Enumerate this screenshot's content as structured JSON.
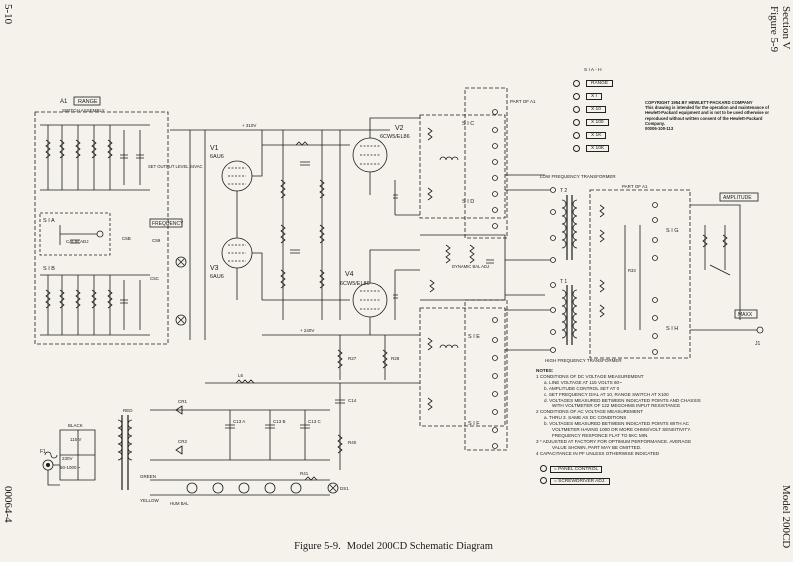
{
  "edges": {
    "left_top": "5-10",
    "left_bottom": "00064-4",
    "right_top": "Section V",
    "right_top2": "Figure 5-9",
    "right_bottom": "Model 200CD"
  },
  "caption": {
    "number": "Figure 5-9.",
    "title": "Model 200CD Schematic Diagram"
  },
  "copyright": {
    "line1": "COPYRIGHT 1954 BY HEWLETT-PACKARD COMPANY",
    "body": "This drawing is intended for the operation and maintenance of Hewlett-Packard equipment and is not to be used otherwise or reproduced without written consent of the Hewlett-Packard Company.",
    "code": "00006-100-113"
  },
  "switch_legend": {
    "title": "S I A - H",
    "items": [
      "RANGE",
      "X I",
      "X 10",
      "X 100",
      "X 1K",
      "X 10K"
    ]
  },
  "panel_legend": {
    "panel": "= PANEL CONTROL",
    "screw": "= SCREWDRIVER ADJ."
  },
  "notes": {
    "title": "NOTES:",
    "items": [
      "1  CONDITIONS OF DC VOLTAGE MEASUREMENT",
      "a. LINE VOLTAGE AT 115 VOLTS 60~",
      "b. AMPLITUDE CONTROL SET AT 0",
      "c. SET FREQUENCY DIAL AT 10, RANGE SWITCH AT X100",
      "d. VOLTAGES MEASURED BETWEEN INDICATED POINTS AND CHASSIS",
      "WITH VOLTMETER OF 122 MEGOHMS INPUT RESISTANCE",
      "2  CONDITIONS OF AC VOLTAGE MEASUREMENT",
      "a. THRU 3. SAME AS DC CONDITIONS",
      "b. VOLTAGES MEASURED BETWEEN INDICATED POINTS WITH AC",
      "VOLTMETER HAVING 1000 OR MORE OHMS/VOLT SENSITIVITY.",
      "FREQUENCY RESPONCE FLAT TO 5KC MIN.",
      "3  * ADJUSTED AT FACTORY FOR OPTIMUM PERFORMANCE. AVERAGE",
      "VALUE SHOWN, PART MAY BE OMITTED.",
      "4  CAPACITANCE IN PF UNLESS OTHERWISE INDICATED"
    ]
  },
  "labels": {
    "a1_range": "A1",
    "range_box": "RANGE",
    "switch_assembly": "SWITCH ASSEMBLY",
    "frequency_box": "FREQUENCY",
    "amplitude_box": "AMPLITUDE",
    "output_box": "MAXX",
    "v1": "V1",
    "v1_type": "6AU6",
    "v2": "V2",
    "v2_type": "6CW5/EL86",
    "v3": "V3",
    "v3_type": "6AU6",
    "v4": "V4",
    "v4_type": "6CW5/EL86",
    "t2": "T 2",
    "t1": "T 1",
    "lf_transformer": "LOW FREQUENCY TRANSFORMER",
    "hf_transformer": "HIGH FREQUENCY TRANSFORMER",
    "part_of_a1": "PART OF A1",
    "s1a": "S I A",
    "s1b": "S I B",
    "s1c": "S I C",
    "s1d": "S I D",
    "s1e": "S I E",
    "s1f": "S I F",
    "s1g": "S I G",
    "s1h": "S I H",
    "j1": "J1",
    "f1": "F1",
    "b_plus": "+ 310V",
    "v_plus": "+ 240V",
    "xfmr_115": "115 V",
    "xfmr_230": "230V",
    "line_freq": "50-1000 ~",
    "r43": "R43\n220",
    "green": "GREEN",
    "yellow": "YELLOW",
    "black": "BLACK",
    "red": "RED",
    "r41": "R41",
    "ds1": "DS1",
    "hum_bal": "HUM BAL",
    "set_output": "SET OUTPUT LEVEL 24VAC",
    "c5b": "C5B",
    "c5c": "C5C",
    "c59": "C59",
    "calib_adj": "CALIB ADJ",
    "dynamic_bal": "DYNAMIC BAL ADJ",
    "r33": "R33",
    "cr1": "CR1",
    "cr2": "CR2",
    "c13a": "C13 A",
    "c13b": "C13 B",
    "c13c": "C13 C",
    "c14": "C14",
    "r27": "R27",
    "r28": "R28",
    "r40": "R40",
    "l6": "L6"
  }
}
